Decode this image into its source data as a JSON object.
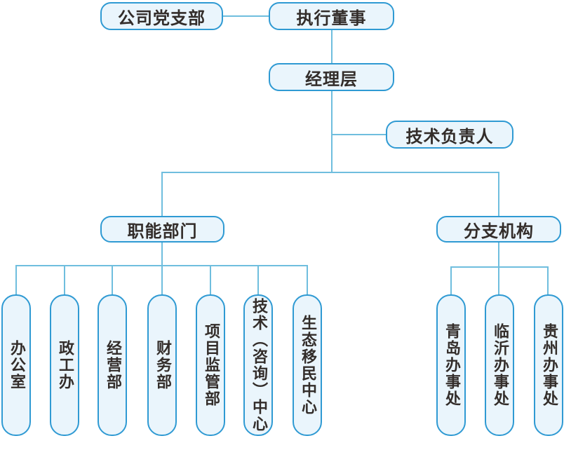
{
  "diagram": {
    "type": "organizational-chart",
    "colors": {
      "box_border": "#2f9ad3",
      "box_fill": "#eaf5fc",
      "connector_line": "#6fbede",
      "label_text": "#332d2a"
    },
    "nodes": {
      "party_branch": {
        "label": "公司党支部"
      },
      "executive_director": {
        "label": "执行董事"
      },
      "management_layer": {
        "label": "经理层"
      },
      "technical_lead": {
        "label": "技术负责人"
      },
      "functional_departments": {
        "label": "职能部门"
      },
      "branch_offices": {
        "label": "分支机构"
      },
      "departments": [
        "办公室",
        "政工办",
        "经营部",
        "财务部",
        "项目监管部",
        "技术（咨询）中心",
        "生态移民中心"
      ],
      "offices": [
        "青岛办事处",
        "临沂办事处",
        "贵州办事处"
      ]
    },
    "edges": [
      "公司党支部—执行董事",
      "执行董事—经理层",
      "经理层—技术负责人",
      "经理层—职能部门",
      "经理层—分支机构",
      "职能部门—办公室/政工办/经营部/财务部/项目监管部/技术（咨询）中心/生态移民中心",
      "分支机构—青岛办事处/临沂办事处/贵州办事处"
    ]
  }
}
